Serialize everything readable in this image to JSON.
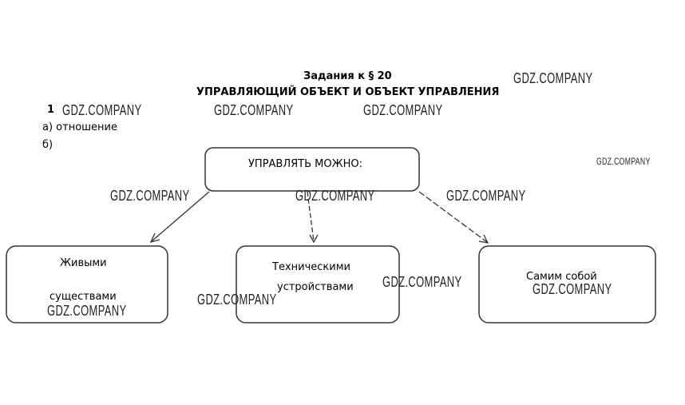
{
  "header": {
    "title": "Задания к § 20",
    "subtitle": "УПРАВЛЯЮЩИЙ ОБЪЕКТ И ОБЪЕКТ УПРАВЛЕНИЯ"
  },
  "task": {
    "number": "1",
    "answer_a": "а) отношение",
    "answer_b": "б)"
  },
  "diagram": {
    "root": "УПРАВЛЯТЬ МОЖНО:",
    "children": [
      {
        "line1": "Живыми",
        "line2": "существами"
      },
      {
        "line1": "Техническими",
        "line2": "устройствами"
      },
      {
        "line1": "Самим собой",
        "line2": ""
      }
    ]
  },
  "watermark": "GDZ.COMPANY"
}
